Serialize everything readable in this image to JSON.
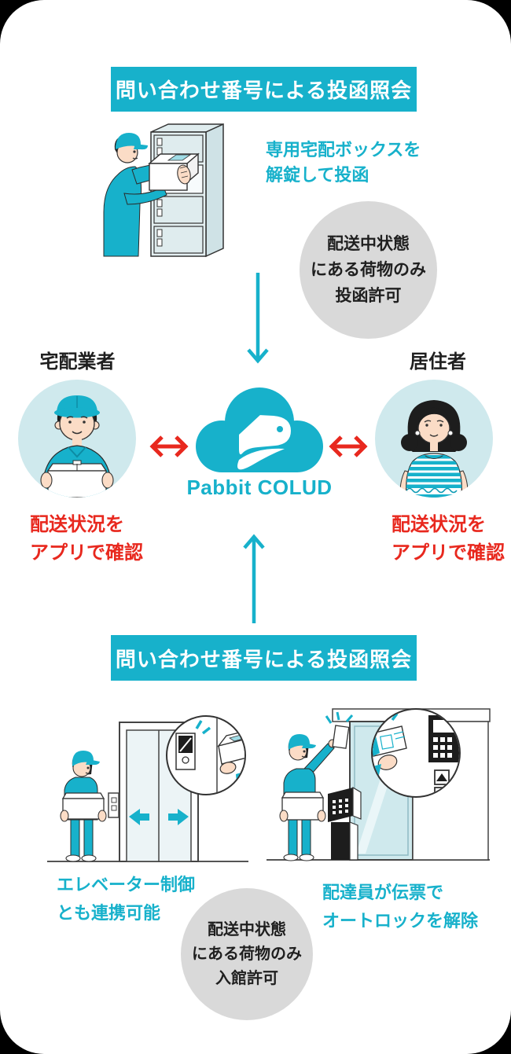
{
  "colors": {
    "teal": "#17b1cb",
    "teal_light": "#cfe9ed",
    "red": "#e8281e",
    "gray": "#d9d9d9",
    "ink": "#1f1f1f"
  },
  "banner_top": {
    "label": "問い合わせ番号による投函照会"
  },
  "banner_bottom": {
    "label": "問い合わせ番号による投函照会"
  },
  "locker_scene": {
    "caption": [
      "専用宅配ボックスを",
      "解錠して投函"
    ],
    "note": [
      "配送中状態",
      "にある荷物のみ",
      "投函許可"
    ]
  },
  "cloud_section": {
    "courier_label": "宅配業者",
    "resident_label": "居住者",
    "cloud_label": "Pabbit COLUD",
    "courier_note": [
      "配送状況を",
      "アプリで確認"
    ],
    "resident_note": [
      "配送状況を",
      "アプリで確認"
    ]
  },
  "access_scene": {
    "elevator_caption": [
      "エレベーター制御",
      "とも連携可能"
    ],
    "autolock_caption": [
      "配達員が伝票で",
      "オートロックを解除"
    ],
    "note": [
      "配送中状態",
      "にある荷物のみ",
      "入館許可"
    ]
  },
  "icons": {
    "down_arrow": "↓",
    "up_arrow": "↑",
    "sync_arrow": "↔"
  }
}
